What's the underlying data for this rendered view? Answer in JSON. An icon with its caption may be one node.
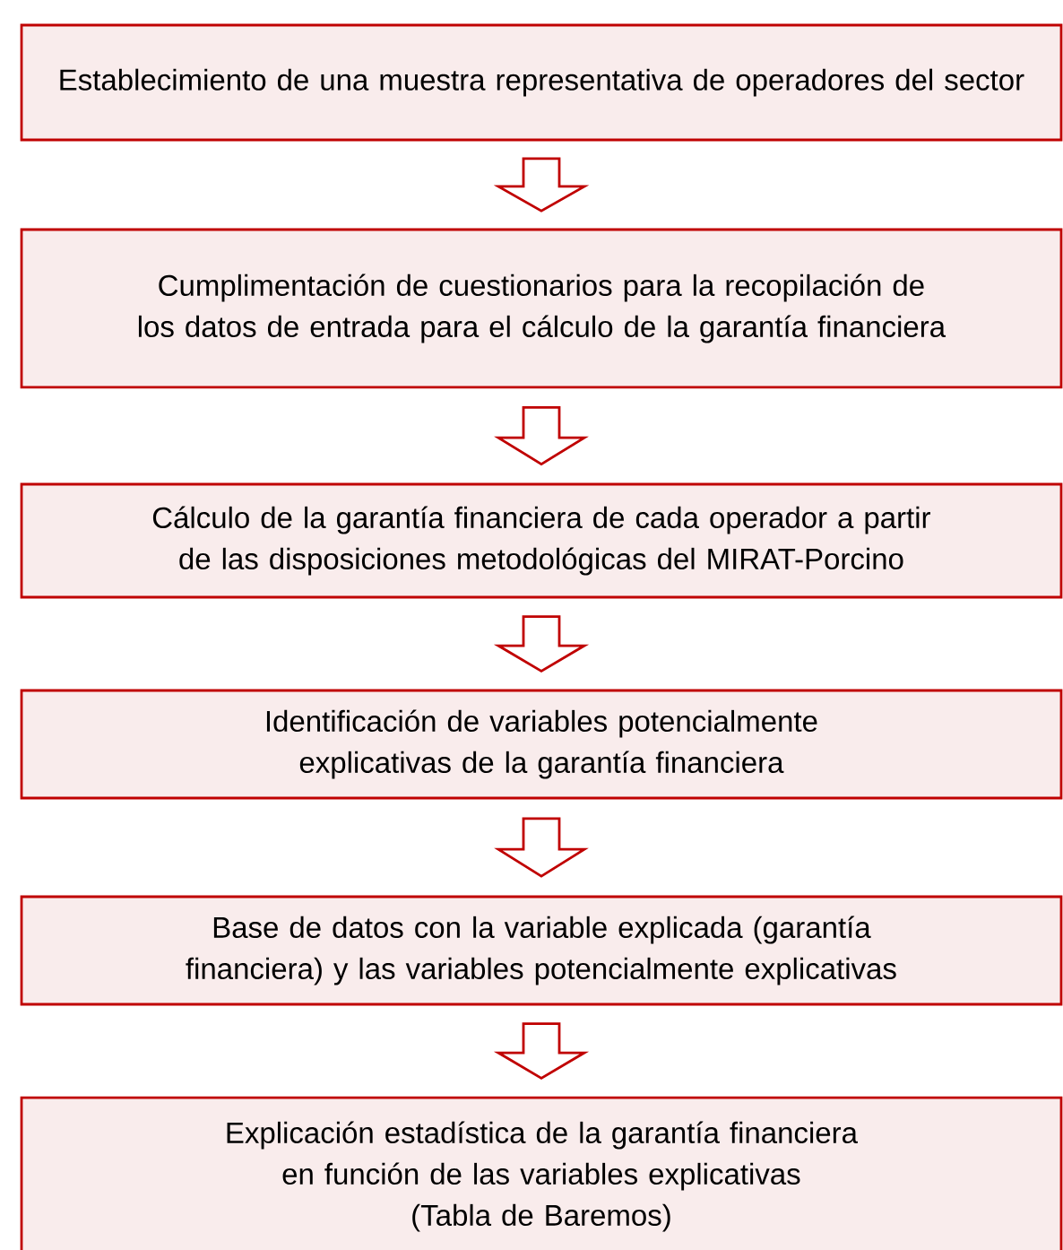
{
  "diagram": {
    "nodes": [
      {
        "text": [
          "Establecimiento de una muestra representativa de operadores del sector"
        ]
      },
      {
        "text": [
          "Cumplimentación de cuestionarios para la recopilación de los datos de entrada para el cálculo de la garantía financiera"
        ]
      },
      {
        "text": [
          "Cálculo de la garantía financiera de cada operador a partir de las disposiciones metodológicas del MIRAT-Porcino"
        ]
      },
      {
        "text": [
          "Identificación de variables potencialmente explicativas de la garantía financiera"
        ]
      },
      {
        "text": [
          "Base de datos con la variable explicada (garantía financiera) y las variables potencialmente explicativas"
        ]
      },
      {
        "text": [
          "Explicación estadística de la garantía financiera en función de las variables explicativas",
          "(Tabla de Baremos)"
        ]
      }
    ],
    "edges": [
      {
        "from": 0,
        "to": 1,
        "arrow": "to"
      },
      {
        "from": 1,
        "to": 2,
        "arrow": "to"
      },
      {
        "from": 2,
        "to": 3,
        "arrow": "to"
      },
      {
        "from": 3,
        "to": 4,
        "arrow": "to"
      },
      {
        "from": 4,
        "to": 5,
        "arrow": "to"
      }
    ]
  }
}
